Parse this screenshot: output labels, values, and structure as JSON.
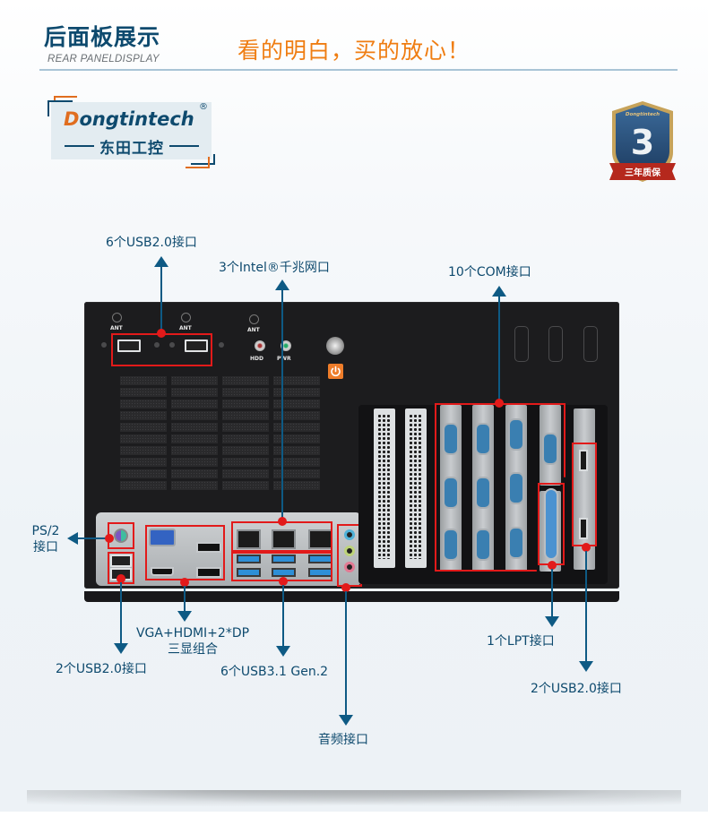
{
  "header": {
    "title": "后面板展示",
    "subtitle": "REAR PANELDISPLAY",
    "slogan": "看的明白，买的放心！"
  },
  "logo": {
    "brand": "ongtintech",
    "brand_initial": "D",
    "registered": "®",
    "chinese_name": "东田工控"
  },
  "badge": {
    "brand": "Dongtintech",
    "number": "3",
    "ribbon": "三年质保"
  },
  "panel_labels": {
    "ant": "ANT",
    "hdd": "HDD",
    "pwr": "PWR"
  },
  "callouts": {
    "front_usb": "6个USB2.0接口",
    "lan": "3个Intel®千兆网口",
    "com": "10个COM接口",
    "ps2_line1": "PS/2",
    "ps2_line2": "接口",
    "display_line1": "VGA+HDMI+2*DP",
    "display_line2": "三显组合",
    "rear_usb2": "2个USB2.0接口",
    "usb31": "6个USB3.1 Gen.2",
    "audio": "音频接口",
    "lpt": "1个LPT接口",
    "slot_usb2": "2个USB2.0接口"
  },
  "colors": {
    "brand_blue": "#0e4a6e",
    "accent_orange": "#ef7d12",
    "highlight_red": "#e21a1a",
    "leader_blue": "#0e5a84"
  }
}
